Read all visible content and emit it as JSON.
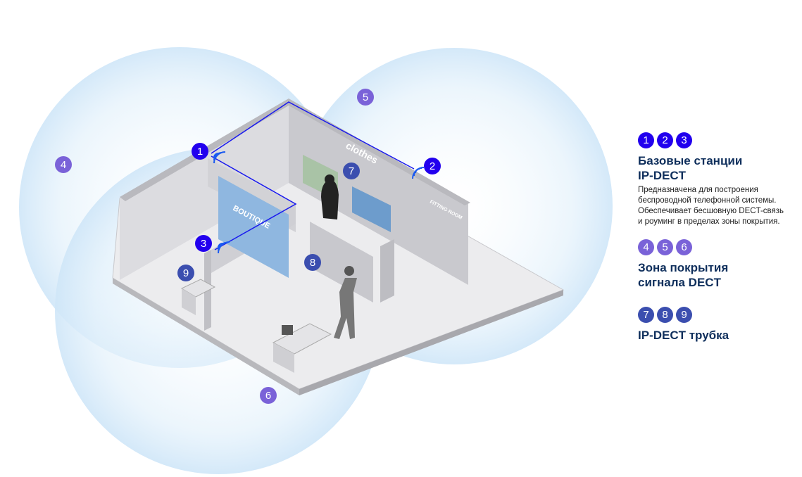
{
  "colors": {
    "base_station": "#2200ee",
    "coverage": "#7a62d8",
    "handset": "#3b4eaf",
    "title": "#0f2f5c",
    "coverage_fill": "#dcedfa"
  },
  "illustration": {
    "sign_boutique": "BOUTIQUE",
    "sign_clothes": "clothes",
    "sign_fitting": "FITTING ROOM"
  },
  "markers": {
    "m1": "1",
    "m2": "2",
    "m3": "3",
    "m4": "4",
    "m5": "5",
    "m6": "6",
    "m7": "7",
    "m8": "8",
    "m9": "9"
  },
  "legend": {
    "base": {
      "numbers": [
        "1",
        "2",
        "3"
      ],
      "title_line1": "Базовые станции",
      "title_line2": "IP-DECT",
      "description": [
        "Предназначена для построения",
        "беспроводной телефонной системы.",
        "Обеспечивает бесшовную DECT-связь",
        "и роуминг в пределах зоны покрытия."
      ]
    },
    "coverage": {
      "numbers": [
        "4",
        "5",
        "6"
      ],
      "title_line1": "Зона покрытия",
      "title_line2": "сигнала DECT"
    },
    "handset": {
      "numbers": [
        "7",
        "8",
        "9"
      ],
      "title_line1": "IP-DECT трубка"
    }
  }
}
